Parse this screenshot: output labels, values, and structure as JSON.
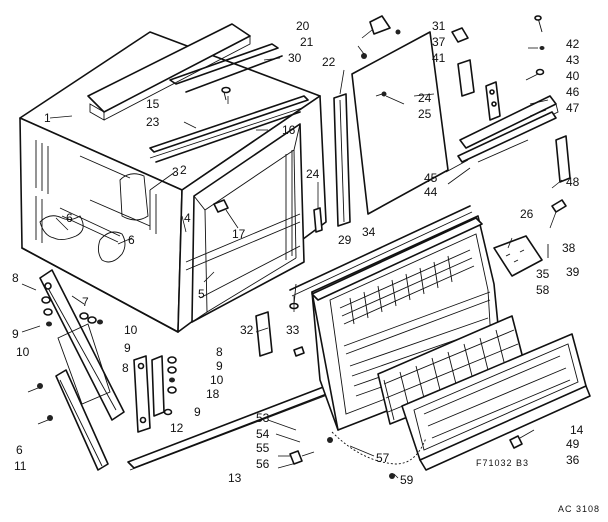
{
  "diagram": {
    "code": "F71032 B3",
    "corner_code": "AC 3108",
    "labels": [
      {
        "id": "p1",
        "text": "1"
      },
      {
        "id": "p2",
        "text": "2"
      },
      {
        "id": "p3",
        "text": "3"
      },
      {
        "id": "p4",
        "text": "4"
      },
      {
        "id": "p5",
        "text": "5"
      },
      {
        "id": "p6a",
        "text": "6"
      },
      {
        "id": "p6b",
        "text": "6"
      },
      {
        "id": "p6c",
        "text": "6"
      },
      {
        "id": "p7",
        "text": "7"
      },
      {
        "id": "p8a",
        "text": "8"
      },
      {
        "id": "p8b",
        "text": "8"
      },
      {
        "id": "p8c",
        "text": "8"
      },
      {
        "id": "p9a",
        "text": "9"
      },
      {
        "id": "p9b",
        "text": "9"
      },
      {
        "id": "p9c",
        "text": "9"
      },
      {
        "id": "p9d",
        "text": "9"
      },
      {
        "id": "p10a",
        "text": "10"
      },
      {
        "id": "p10b",
        "text": "10"
      },
      {
        "id": "p10c",
        "text": "10"
      },
      {
        "id": "p11",
        "text": "11"
      },
      {
        "id": "p12",
        "text": "12"
      },
      {
        "id": "p13",
        "text": "13"
      },
      {
        "id": "p14",
        "text": "14"
      },
      {
        "id": "p15",
        "text": "15"
      },
      {
        "id": "p16",
        "text": "16"
      },
      {
        "id": "p17",
        "text": "17"
      },
      {
        "id": "p18",
        "text": "18"
      },
      {
        "id": "p20",
        "text": "20"
      },
      {
        "id": "p21",
        "text": "21"
      },
      {
        "id": "p22",
        "text": "22"
      },
      {
        "id": "p23",
        "text": "23"
      },
      {
        "id": "p24a",
        "text": "24"
      },
      {
        "id": "p24b",
        "text": "24"
      },
      {
        "id": "p25",
        "text": "25"
      },
      {
        "id": "p26",
        "text": "26"
      },
      {
        "id": "p29",
        "text": "29"
      },
      {
        "id": "p30",
        "text": "30"
      },
      {
        "id": "p31",
        "text": "31"
      },
      {
        "id": "p32",
        "text": "32"
      },
      {
        "id": "p33",
        "text": "33"
      },
      {
        "id": "p34",
        "text": "34"
      },
      {
        "id": "p35",
        "text": "35"
      },
      {
        "id": "p36",
        "text": "36"
      },
      {
        "id": "p37",
        "text": "37"
      },
      {
        "id": "p38",
        "text": "38"
      },
      {
        "id": "p39",
        "text": "39"
      },
      {
        "id": "p40",
        "text": "40"
      },
      {
        "id": "p41",
        "text": "41"
      },
      {
        "id": "p42",
        "text": "42"
      },
      {
        "id": "p43",
        "text": "43"
      },
      {
        "id": "p44",
        "text": "44"
      },
      {
        "id": "p45",
        "text": "45"
      },
      {
        "id": "p46",
        "text": "46"
      },
      {
        "id": "p47",
        "text": "47"
      },
      {
        "id": "p48",
        "text": "48"
      },
      {
        "id": "p49",
        "text": "49"
      },
      {
        "id": "p53",
        "text": "53"
      },
      {
        "id": "p54",
        "text": "54"
      },
      {
        "id": "p55",
        "text": "55"
      },
      {
        "id": "p56",
        "text": "56"
      },
      {
        "id": "p57",
        "text": "57"
      },
      {
        "id": "p58",
        "text": "58"
      },
      {
        "id": "p59",
        "text": "59"
      }
    ]
  }
}
